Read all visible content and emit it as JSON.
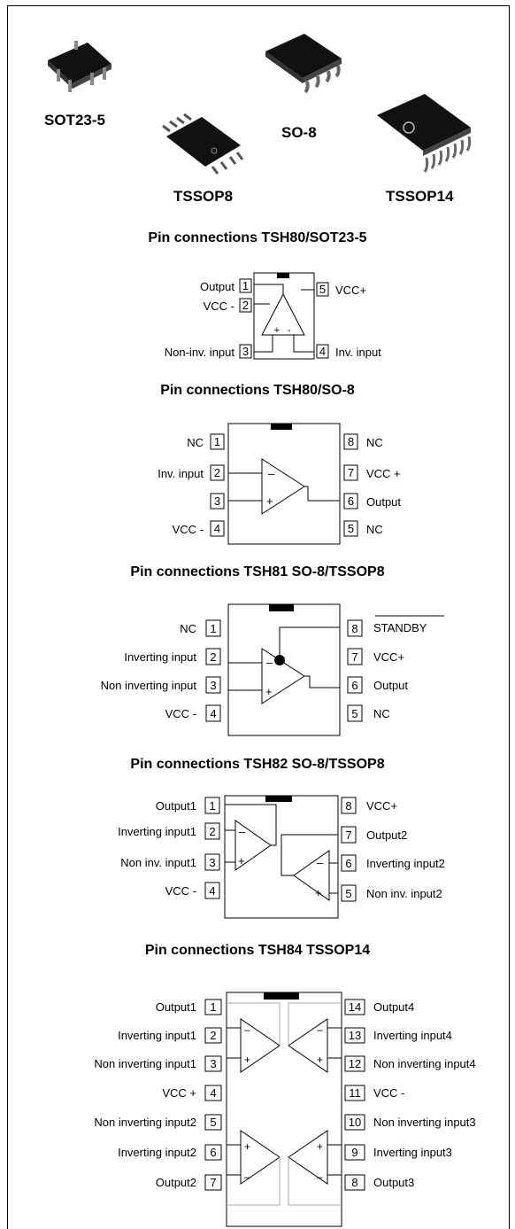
{
  "packages": [
    "SOT23-5",
    "SO-8",
    "TSSOP8",
    "TSSOP14"
  ],
  "titles": {
    "tsh80_sot": "Pin connections TSH80/SOT23-5",
    "tsh80_so8": "Pin connections TSH80/SO-8",
    "tsh81": "Pin connections TSH81 SO-8/TSSOP8",
    "tsh82": "Pin connections TSH82 SO-8/TSSOP8",
    "tsh84": "Pin connections TSH84 TSSOP14"
  },
  "diagrams": {
    "sot": {
      "left": [
        {
          "n": "1",
          "label": "Output"
        },
        {
          "n": "2",
          "label": "VCC -"
        },
        {
          "n": "3",
          "label": "Non-inv. input"
        }
      ],
      "right": [
        {
          "n": "5",
          "label": "VCC+"
        },
        {
          "n": "4",
          "label": "Inv. input"
        }
      ],
      "amp_signs": [
        "+",
        "-"
      ]
    },
    "so8_80": {
      "left": [
        {
          "n": "1",
          "label": "NC"
        },
        {
          "n": "2",
          "label": "Inv. input"
        },
        {
          "n": "3",
          "label": ""
        },
        {
          "n": "4",
          "label": "VCC -"
        }
      ],
      "right": [
        {
          "n": "8",
          "label": "NC"
        },
        {
          "n": "7",
          "label": "VCC +"
        },
        {
          "n": "6",
          "label": "Output"
        },
        {
          "n": "5",
          "label": "NC"
        }
      ]
    },
    "tsh81": {
      "left": [
        {
          "n": "1",
          "label": "NC"
        },
        {
          "n": "2",
          "label": "Inverting input"
        },
        {
          "n": "3",
          "label": "Non inverting input"
        },
        {
          "n": "4",
          "label": "VCC -"
        }
      ],
      "right": [
        {
          "n": "8",
          "label": "STANDBY"
        },
        {
          "n": "7",
          "label": "VCC+"
        },
        {
          "n": "6",
          "label": "Output"
        },
        {
          "n": "5",
          "label": "NC"
        }
      ]
    },
    "tsh82": {
      "left": [
        {
          "n": "1",
          "label": "Output1"
        },
        {
          "n": "2",
          "label": "Inverting input1"
        },
        {
          "n": "3",
          "label": "Non inv. input1"
        },
        {
          "n": "4",
          "label": "VCC -"
        }
      ],
      "right": [
        {
          "n": "8",
          "label": "VCC+"
        },
        {
          "n": "7",
          "label": "Output2"
        },
        {
          "n": "6",
          "label": "Inverting input2"
        },
        {
          "n": "5",
          "label": "Non inv. input2"
        }
      ]
    },
    "tsh84": {
      "left": [
        {
          "n": "1",
          "label": "Output1"
        },
        {
          "n": "2",
          "label": "Inverting input1"
        },
        {
          "n": "3",
          "label": "Non inverting input1"
        },
        {
          "n": "4",
          "label": "VCC +"
        },
        {
          "n": "5",
          "label": "Non inverting input2"
        },
        {
          "n": "6",
          "label": "Inverting input2"
        },
        {
          "n": "7",
          "label": "Output2"
        }
      ],
      "right": [
        {
          "n": "14",
          "label": "Output4"
        },
        {
          "n": "13",
          "label": "Inverting input4"
        },
        {
          "n": "12",
          "label": "Non inverting input4"
        },
        {
          "n": "11",
          "label": "VCC -"
        },
        {
          "n": "10",
          "label": "Non inverting input3"
        },
        {
          "n": "9",
          "label": "Inverting input3"
        },
        {
          "n": "8",
          "label": "Output3"
        }
      ]
    }
  }
}
